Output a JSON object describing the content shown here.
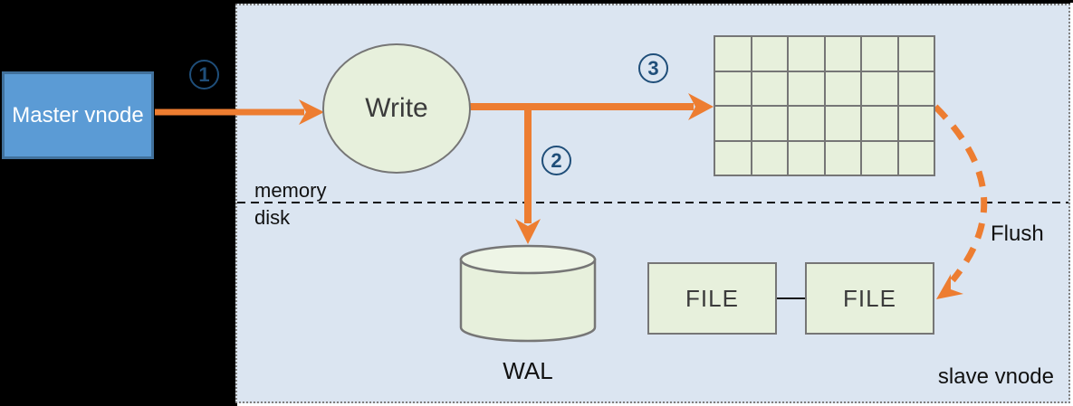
{
  "colors": {
    "background": "#000000",
    "panel_bg": "#dbe5f1",
    "panel_border": "#7f7f7f",
    "node_green_fill": "#e7f0dc",
    "node_green_fill_light": "#eef5e6",
    "node_border_gray": "#767676",
    "master_fill": "#5b9bd5",
    "master_border": "#41719c",
    "arrow_orange": "#ed7d31",
    "step_badge_blue": "#1f4e79",
    "text_dark": "#3b3b3b",
    "text_black": "#111111"
  },
  "master_node": {
    "label": "Master vnode"
  },
  "write_node": {
    "label": "Write"
  },
  "steps": [
    {
      "n": "1"
    },
    {
      "n": "2"
    },
    {
      "n": "3"
    }
  ],
  "labels": {
    "memory": "memory",
    "disk": "disk",
    "wal": "WAL",
    "flush": "Flush",
    "slave": "slave vnode"
  },
  "files": [
    {
      "label": "FILE"
    },
    {
      "label": "FILE"
    }
  ],
  "memtable": {
    "rows": 4,
    "cols": 6
  }
}
